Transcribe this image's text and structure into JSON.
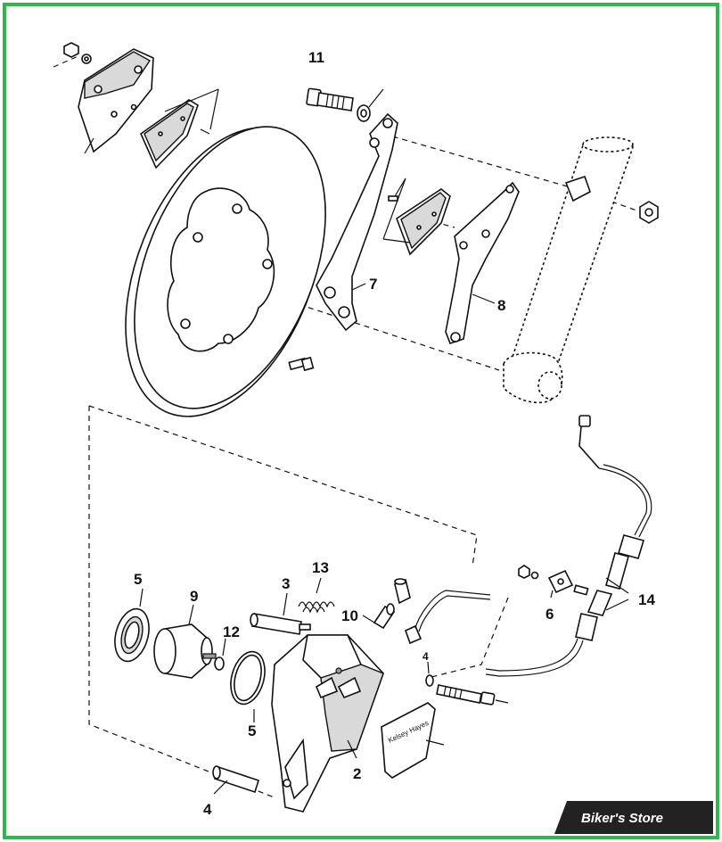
{
  "border_color": "#2db84a",
  "watermark": {
    "text": "Biker's Store",
    "bg": "#222222",
    "fg": "#ffffff"
  },
  "pad_text": "Kelsey Hayes",
  "callouts": [
    {
      "id": "11",
      "text": "11"
    },
    {
      "id": "7",
      "text": "7"
    },
    {
      "id": "8",
      "text": "8"
    },
    {
      "id": "5a",
      "text": "5"
    },
    {
      "id": "9",
      "text": "9"
    },
    {
      "id": "3",
      "text": "3"
    },
    {
      "id": "13",
      "text": "13"
    },
    {
      "id": "10",
      "text": "10"
    },
    {
      "id": "12",
      "text": "12"
    },
    {
      "id": "4a",
      "text": "4"
    },
    {
      "id": "6",
      "text": "6"
    },
    {
      "id": "14",
      "text": "14"
    },
    {
      "id": "5b",
      "text": "5"
    },
    {
      "id": "2",
      "text": "2"
    },
    {
      "id": "4b",
      "text": "4"
    }
  ]
}
